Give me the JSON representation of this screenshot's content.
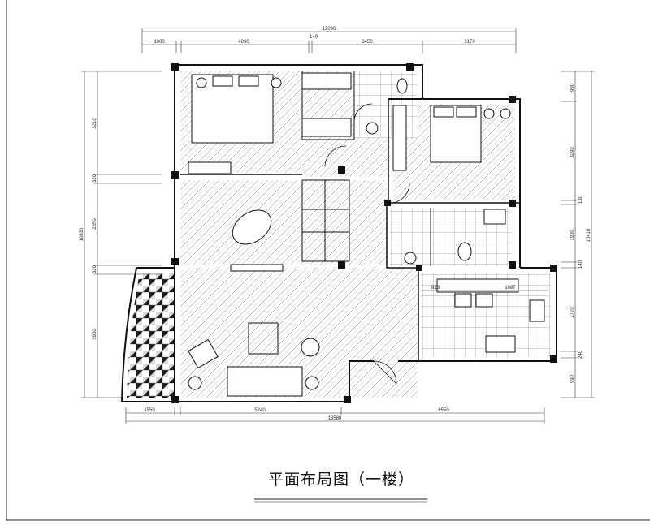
{
  "title": "平面布局图（一楼）",
  "dimensions": {
    "top_total": "12030",
    "top": [
      "1000",
      "4030",
      "140",
      "3450",
      "3170"
    ],
    "left_total": "10830",
    "left": [
      "3210",
      "320",
      "2650",
      "320",
      "3900"
    ],
    "right_total": "10410",
    "right": [
      "990",
      "3290",
      "130",
      "1900",
      "140",
      "2770",
      "240",
      "990"
    ],
    "bottom_total": "13580",
    "bottom": [
      "1550",
      "5240",
      "6550"
    ],
    "kitchen": [
      "813",
      "1087"
    ]
  }
}
